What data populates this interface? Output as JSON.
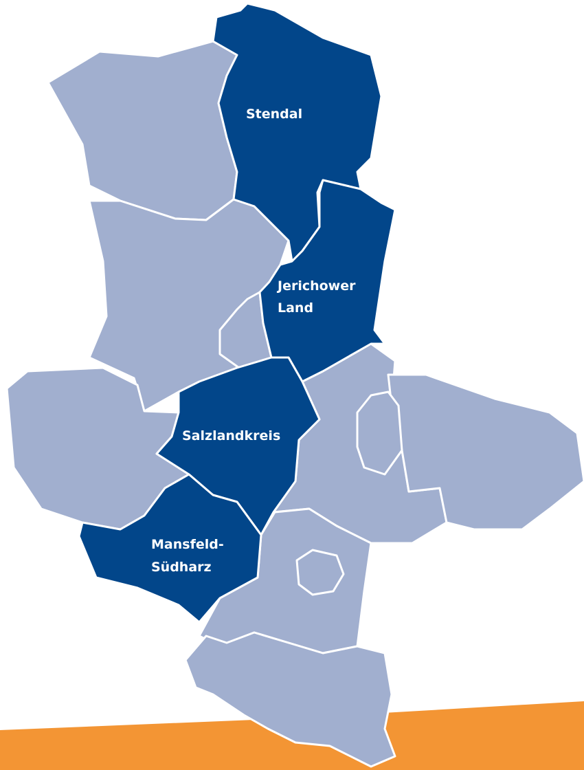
{
  "colors": {
    "highlight": "#02468A",
    "base": "#A1AFCF",
    "accent": "#F39534",
    "border": "#FFFFFF"
  },
  "labels": {
    "stendal": "Stendal",
    "jerichower_1": "Jerichower",
    "jerichower_2": "Land",
    "salzlandkreis": "Salzlandkreis",
    "mansfeld_1": "Mansfeld-",
    "mansfeld_2": "Südharz"
  }
}
